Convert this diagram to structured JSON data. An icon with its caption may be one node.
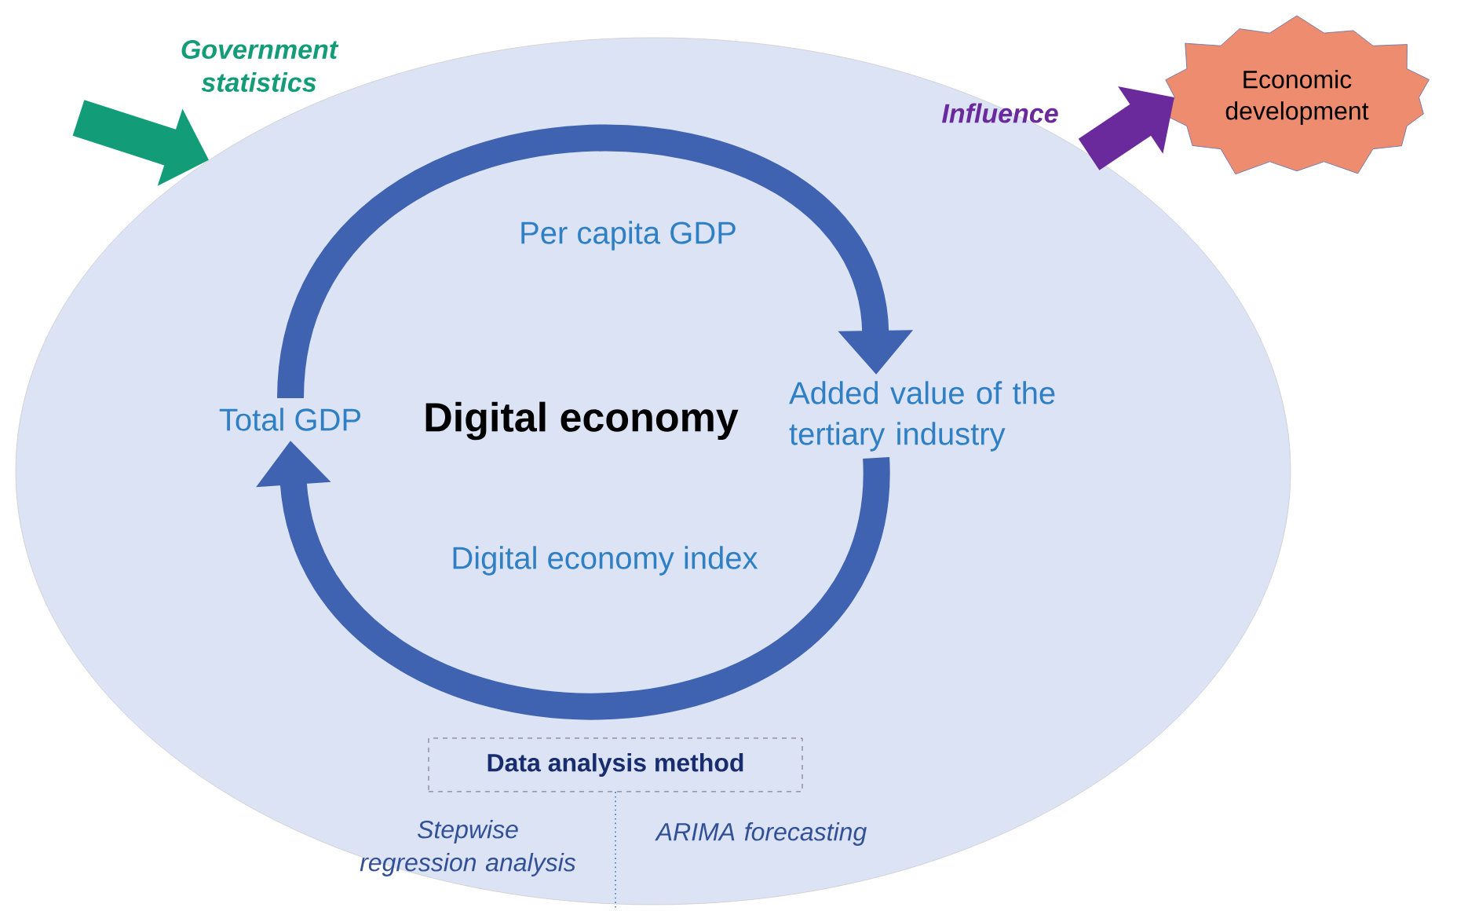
{
  "diagram": {
    "nodes": [
      {
        "text": [
          "Digital economy"
        ]
      },
      {
        "text": [
          "Total  GDP"
        ],
        "in": 0
      },
      {
        "text": [
          "Added value of the tertiary industry"
        ],
        "in": 0
      },
      {
        "text": [
          "Economic development"
        ]
      },
      {
        "text": [
          "Data analysis method"
        ],
        "in": 0
      }
    ],
    "edges": [
      {
        "from": 1,
        "to": 2,
        "arrow": "to",
        "label": "Per capita GDP"
      },
      {
        "from": 2,
        "to": 1,
        "arrow": "to",
        "label": "Digital economy index"
      },
      {
        "from": null,
        "to": 0,
        "arrow": "to",
        "label": "Government statistics",
        "color": "#139c78"
      },
      {
        "from": 0,
        "to": 3,
        "arrow": "to",
        "label": "Influence",
        "color": "#6a2a9c"
      }
    ],
    "labels": [
      "Stepwise regression analysis",
      "ARIMA forecasting"
    ]
  }
}
